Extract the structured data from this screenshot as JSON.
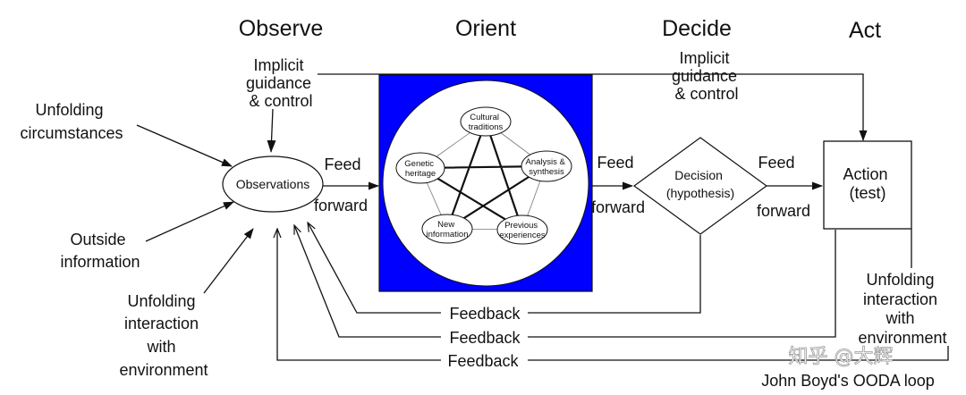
{
  "phases": {
    "observe": "Observe",
    "orient": "Orient",
    "decide": "Decide",
    "act": "Act"
  },
  "guidance_left": [
    "Implicit",
    "guidance",
    "& control"
  ],
  "guidance_right": [
    "Implicit",
    "guidance",
    "& control"
  ],
  "inputs": {
    "unfolding_circumstances": [
      "Unfolding",
      "circumstances"
    ],
    "outside_information": [
      "Outside",
      "information"
    ],
    "unfolding_interaction": [
      "Unfolding",
      "interaction",
      "with",
      "environment"
    ]
  },
  "observations": "Observations",
  "feed_forward": {
    "feed": "Feed",
    "forward": "forward"
  },
  "orient_nodes": {
    "cultural": [
      "Cultural",
      "traditions"
    ],
    "genetic": [
      "Genetic",
      "heritage"
    ],
    "analysis": [
      "Analysis &",
      "synthesis"
    ],
    "new_info": [
      "New",
      "information"
    ],
    "previous": [
      "Previous",
      "experiences"
    ]
  },
  "decision": [
    "Decision",
    "(hypothesis)"
  ],
  "action": [
    "Action",
    "(test)"
  ],
  "env_right": [
    "Unfolding",
    "interaction",
    "with",
    "environment"
  ],
  "feedback": "Feedback",
  "caption": "John Boyd's OODA loop",
  "watermark": "知乎 @大辉",
  "colors": {
    "orient_fill": "#0000ff",
    "line": "#111111"
  }
}
